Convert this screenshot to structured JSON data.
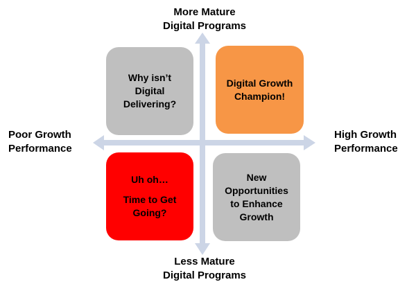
{
  "axes": {
    "top_line1": "More Mature",
    "top_line2": "Digital Programs",
    "bottom_line1": "Less Mature",
    "bottom_line2": "Digital Programs",
    "left_line1": "Poor Growth",
    "left_line2": "Performance",
    "right_line1": "High Growth",
    "right_line2": "Performance",
    "arrow_color": "#ccd5e6"
  },
  "quadrants": {
    "top_left": {
      "line1": "Why isn’t",
      "line2": "Digital",
      "line3": "Delivering?",
      "color": "#bfbfbf"
    },
    "top_right": {
      "line1": "Digital Growth",
      "line2": "Champion!",
      "color": "#f79646"
    },
    "bottom_left": {
      "line1": "Uh oh…",
      "line2": "Time to Get",
      "line3": "Going?",
      "color": "#ff0000"
    },
    "bottom_right": {
      "line1": "New",
      "line2": "Opportunities",
      "line3": "to Enhance",
      "line4": "Growth",
      "color": "#bfbfbf"
    }
  }
}
